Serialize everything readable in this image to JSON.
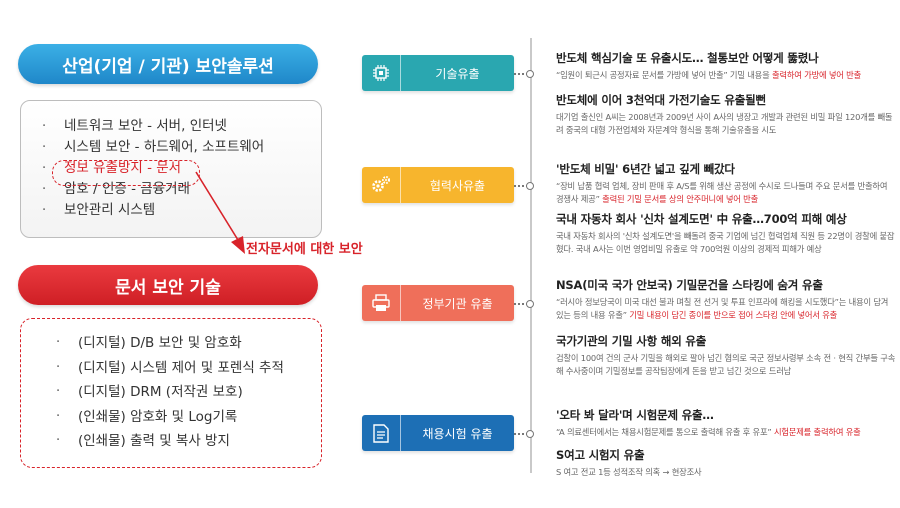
{
  "left": {
    "solutions_title": "산업(기업 / 기관) 보안솔루션",
    "solutions": [
      "네트워크 보안 - 서버, 인터넷",
      "시스템 보안 - 하드웨어, 소프트웨어",
      "정보 유출방지 - 문서",
      "암호 / 인증 - 금융거래",
      "보안관리 시스템"
    ],
    "arrow_label": "전자문서에 대한 보안",
    "doc_title": "문서 보안 기술",
    "doc_items": [
      "(디지털) D/B 보안 및 암호화",
      "(디지털) 시스템 제어 및 포렌식 추적",
      "(디지털) DRM (저작권 보호)",
      "(인쇄물) 암호화 및 Log기록",
      "(인쇄물) 출력 및 복사 방지"
    ],
    "bullet": "·",
    "highlight_color": "#d8232a"
  },
  "categories": [
    {
      "label": "기술유출",
      "icon": "chip-icon",
      "color": "#2aa7b0"
    },
    {
      "label": "협력사유출",
      "icon": "gears-icon",
      "color": "#f7b52d"
    },
    {
      "label": "정부기관 유출",
      "icon": "printer-icon",
      "color": "#ef6f5a"
    },
    {
      "label": "채용시험 유출",
      "icon": "document-icon",
      "color": "#1d6fb5"
    }
  ],
  "news": [
    {
      "title": "반도체 핵심기술 또 유출시도… 철통보안 어떻게 뚫렸나",
      "body": "“임원이 퇴근시 공정자료 문서를 가방에 넣어 반출” 기밀 내용을 ",
      "body_red": "출력하여 가방에 넣어 반출",
      "body_after": ""
    },
    {
      "title": "반도체에 이어 3천억대 가전기술도 유출될뻔",
      "body": "대기업 출신인 A씨는 2008년과 2009년 사이 A사의 냉장고 개발과 관련된 비밀 파일 120개를 빼돌려 중국의 대형 가전업체와 자문계약 형식을 통해 기술유출을 시도",
      "body_red": "",
      "body_after": ""
    },
    {
      "title": "'반도체 비밀' 6년간 넓고 깊게 빼갔다",
      "body": "“장비 납품 협력 업체, 장비 판매 후 A/S를 위해 생산 공정에 수시로 드나들며 주요 문서를 반출하여 경쟁사 제공” ",
      "body_red": "출력된 기밀 문서를 상의 안주머니에 넣어 반출",
      "body_after": ""
    },
    {
      "title": "국내 자동차 회사 '신차 설계도면' 中 유출…700억 피해 예상",
      "body": "국내 자동차 회사의 '신차 설계도면'을 빼돌려 중국 기업에 넘긴 협력업체 직원 등 22명이 경찰에 붙잡혔다. 국내 A사는 이번 영업비밀 유출로 약 700억원 이상의 경제적 피해가 예상",
      "body_red": "",
      "body_after": ""
    },
    {
      "title": "NSA(미국 국가 안보국) 기밀문건을 스타킹에 숨겨 유출",
      "body": "“러시아 정보당국이 미국 대선 불과 며칠 전 선거 및 투표 인프라에 해킹을 시도했다”는 내용이 담겨 있는 등의 내용 유출” ",
      "body_red": "기밀 내용이 담긴 종이를 반으로 접어 스타킹 안에 넣어서 유출",
      "body_after": ""
    },
    {
      "title": "국가기관의 기밀 사항 해외 유출",
      "body": "검찰이 100여 건의 군사 기밀을 해외로 팔아 넘긴 혐의로 국군 정보사령부 소속 전 · 현직 간부들 구속해 수사중이며 기밀정보를 공작팀장에게 돈을 받고 넘긴 것으로 드러남",
      "body_red": "",
      "body_after": ""
    },
    {
      "title": "'오타 봐 달라'며 시험문제 유출…",
      "body": "“A 의료센터에서는 채용시험문제를 통으로 출력해 유출 후 유포” ",
      "body_red": "시험문제를 출력하여 유출",
      "body_after": ""
    },
    {
      "title": "S여고 시험지 유출",
      "body": "S 여고 전교 1등 성적조작 의혹 → 현장조사",
      "body_red": "",
      "body_after": ""
    }
  ]
}
